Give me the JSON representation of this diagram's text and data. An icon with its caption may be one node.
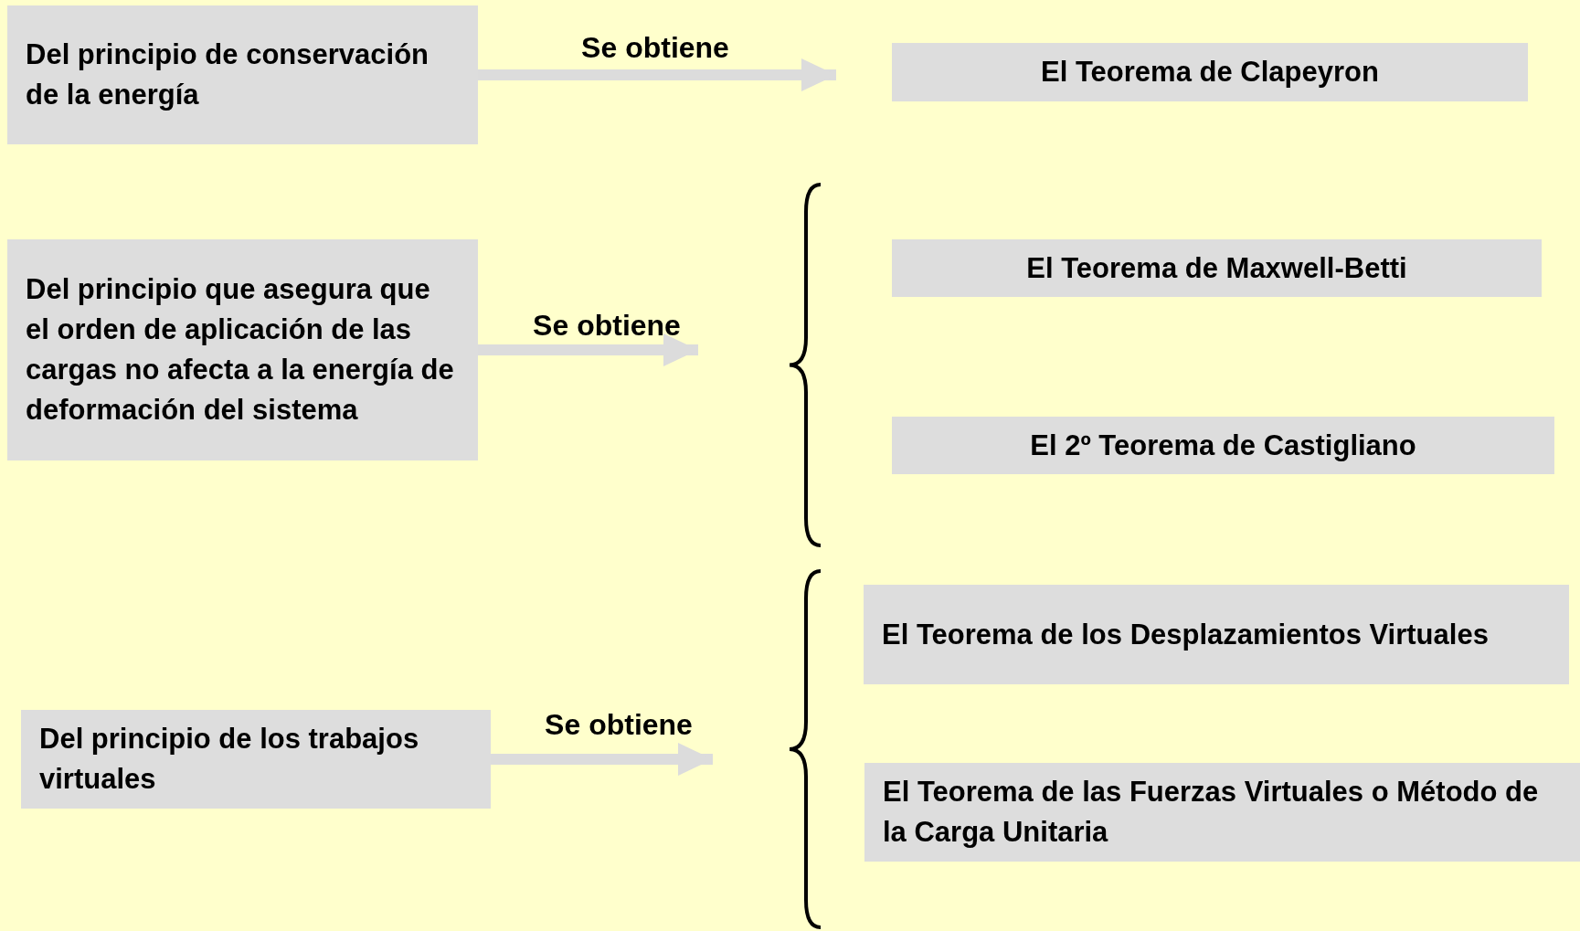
{
  "diagram": {
    "nodes": [
      {
        "text": [
          "Del principio de conservación de la energía"
        ]
      },
      {
        "text": [
          "El Teorema de Clapeyron"
        ]
      },
      {
        "text": [
          "Del principio que asegura que el orden de aplicación de las cargas no afecta a la energía de deformación del sistema"
        ]
      },
      {
        "text": [
          "El Teorema de Maxwell-Betti"
        ]
      },
      {
        "text": [
          "El 2º Teorema de Castigliano"
        ]
      },
      {
        "text": [
          "Del principio de los trabajos virtuales"
        ]
      },
      {
        "text": [
          "El Teorema de los Desplazamientos Virtuales"
        ]
      },
      {
        "text": [
          "El Teorema de las Fuerzas Virtuales o Método de la Carga Unitaria"
        ]
      }
    ],
    "edges": [
      {
        "from": 0,
        "to": 1,
        "arrow": "to",
        "label": "Se obtiene"
      },
      {
        "from": 2,
        "to": null,
        "arrow": "to",
        "label": "Se obtiene"
      },
      {
        "from": 5,
        "to": null,
        "arrow": "to",
        "label": "Se obtiene"
      }
    ]
  }
}
